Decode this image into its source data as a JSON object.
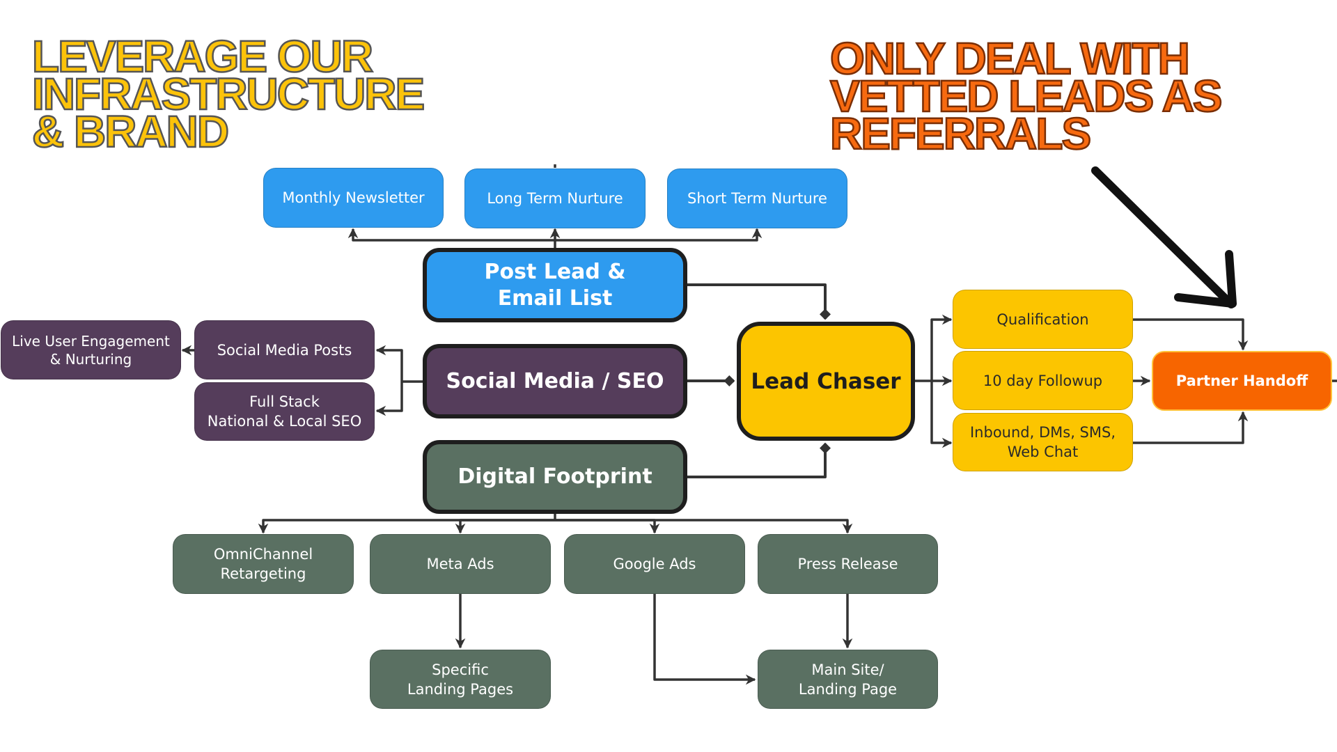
{
  "headlines": {
    "left": {
      "lines": [
        "LEVERAGE OUR",
        "INFRASTRUCTURE",
        "& BRAND"
      ],
      "color": "#FCC30A"
    },
    "right": {
      "lines": [
        "ONLY DEAL WITH",
        "VETTED LEADS AS",
        "REFERRALS"
      ],
      "color": "#F76A10"
    }
  },
  "colors": {
    "email": "#2E9BEF",
    "social": "#553D5B",
    "digital": "#5A7062",
    "lead": "#FCC500",
    "partner": "#F76500",
    "connector": "#333333",
    "callout_arrow": "#111111"
  },
  "nodes": {
    "monthly_newsletter": "Monthly Newsletter",
    "long_term_nurture": "Long Term Nurture",
    "short_term_nurture": "Short Term Nurture",
    "post_lead_email_list": "Post Lead &\nEmail List",
    "social_media_seo": "Social Media / SEO",
    "digital_footprint": "Digital Footprint",
    "lead_chaser": "Lead Chaser",
    "qualification": "Qualification",
    "ten_day_followup": "10 day Followup",
    "inbound_channels": "Inbound, DMs, SMS,\nWeb Chat",
    "partner_handoff": "Partner Handoff",
    "live_user_engagement": "Live User Engagement\n& Nurturing",
    "social_media_posts": "Social Media Posts",
    "full_stack_seo": "Full Stack\nNational & Local SEO",
    "omnichannel_retargeting": "OmniChannel\nRetargeting",
    "meta_ads": "Meta Ads",
    "google_ads": "Google Ads",
    "press_release": "Press Release",
    "specific_landing_pages": "Specific\nLanding Pages",
    "main_site_landing_page": "Main Site/\nLanding Page"
  },
  "edges": [
    {
      "from": "post_lead_email_list",
      "to": "monthly_newsletter"
    },
    {
      "from": "post_lead_email_list",
      "to": "long_term_nurture"
    },
    {
      "from": "post_lead_email_list",
      "to": "short_term_nurture"
    },
    {
      "from": "post_lead_email_list",
      "to": "lead_chaser"
    },
    {
      "from": "social_media_seo",
      "to": "lead_chaser"
    },
    {
      "from": "digital_footprint",
      "to": "lead_chaser"
    },
    {
      "from": "social_media_seo",
      "to": "social_media_posts"
    },
    {
      "from": "social_media_seo",
      "to": "full_stack_seo"
    },
    {
      "from": "social_media_posts",
      "to": "live_user_engagement"
    },
    {
      "from": "digital_footprint",
      "to": "omnichannel_retargeting"
    },
    {
      "from": "digital_footprint",
      "to": "meta_ads"
    },
    {
      "from": "digital_footprint",
      "to": "google_ads"
    },
    {
      "from": "digital_footprint",
      "to": "press_release"
    },
    {
      "from": "meta_ads",
      "to": "specific_landing_pages"
    },
    {
      "from": "google_ads",
      "to": "main_site_landing_page"
    },
    {
      "from": "press_release",
      "to": "main_site_landing_page"
    },
    {
      "from": "lead_chaser",
      "to": "qualification"
    },
    {
      "from": "lead_chaser",
      "to": "ten_day_followup"
    },
    {
      "from": "lead_chaser",
      "to": "inbound_channels"
    },
    {
      "from": "qualification",
      "to": "partner_handoff"
    },
    {
      "from": "ten_day_followup",
      "to": "partner_handoff"
    },
    {
      "from": "inbound_channels",
      "to": "partner_handoff"
    }
  ]
}
